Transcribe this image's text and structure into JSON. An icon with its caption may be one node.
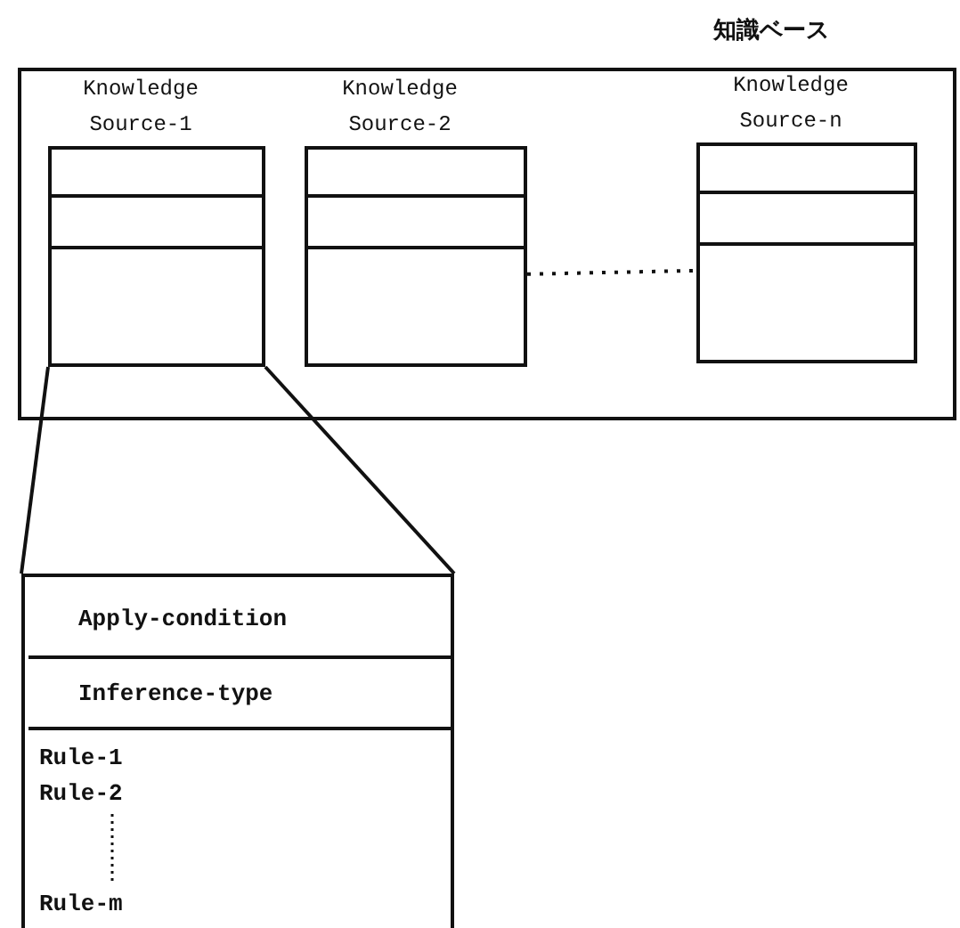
{
  "diagram": {
    "nodes": [
      {
        "text": [
          "知識ベース"
        ]
      },
      {
        "text": [
          "Knowledge Source-1"
        ],
        "in": 0
      },
      {
        "text": [
          "Knowledge Source-2"
        ],
        "in": 0
      },
      {
        "text": [
          "Knowledge Source-n"
        ],
        "in": 0
      },
      {
        "text": [],
        "shape": "box"
      },
      {
        "text": [
          "Apply-condition"
        ],
        "in": 4
      },
      {
        "text": [
          "Inference-type"
        ],
        "in": 4
      },
      {
        "text": [
          "Rule-1",
          "Rule-2",
          "Rule-m"
        ],
        "in": 4
      }
    ],
    "edges": [
      {
        "from": 2,
        "to": 3,
        "arrow": "none",
        "style": "dashed"
      },
      {
        "from": 1,
        "to": 4,
        "arrow": "none"
      },
      {
        "from": 1,
        "to": 4,
        "arrow": "none"
      }
    ]
  }
}
